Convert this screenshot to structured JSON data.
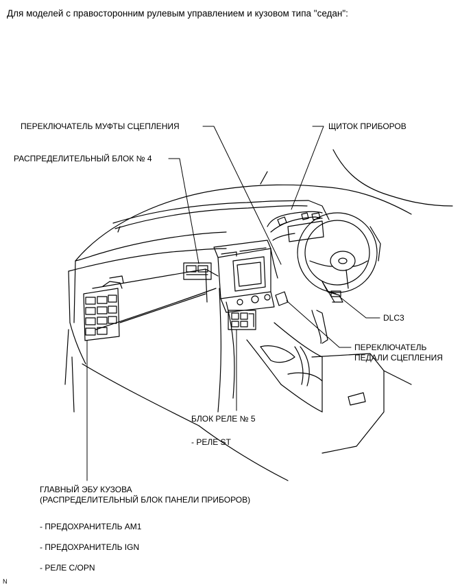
{
  "header": {
    "text": "Для моделей с правосторонним рулевым управлением и кузовом типа \"седан\":"
  },
  "callouts": {
    "clutch_switch": "ПЕРЕКЛЮЧАТЕЛЬ МУФТЫ СЦЕПЛЕНИЯ",
    "instrument_panel": "ЩИТОК ПРИБОРОВ",
    "junction_block_4": "РАСПРЕДЕЛИТЕЛЬНЫЙ БЛОК № 4",
    "dlc3": "DLC3",
    "clutch_pedal_switch_line1": "ПЕРЕКЛЮЧАТЕЛЬ",
    "clutch_pedal_switch_line2": "ПЕДАЛИ СЦЕПЛЕНИЯ",
    "relay_block_5": "БЛОК РЕЛЕ № 5",
    "relay_st": "- РЕЛЕ ST",
    "main_body_ecu_line1": "ГЛАВНЫЙ ЭБУ КУЗОВА",
    "main_body_ecu_line2": "(РАСПРЕДЕЛИТЕЛЬНЫЙ БЛОК ПАНЕЛИ ПРИБОРОВ)",
    "fuse_am1": "- ПРЕДОХРАНИТЕЛЬ AM1",
    "fuse_ign": "- ПРЕДОХРАНИТЕЛЬ IGN",
    "relay_copn": "- РЕЛЕ C/OPN"
  },
  "footer": {
    "code": "N"
  }
}
